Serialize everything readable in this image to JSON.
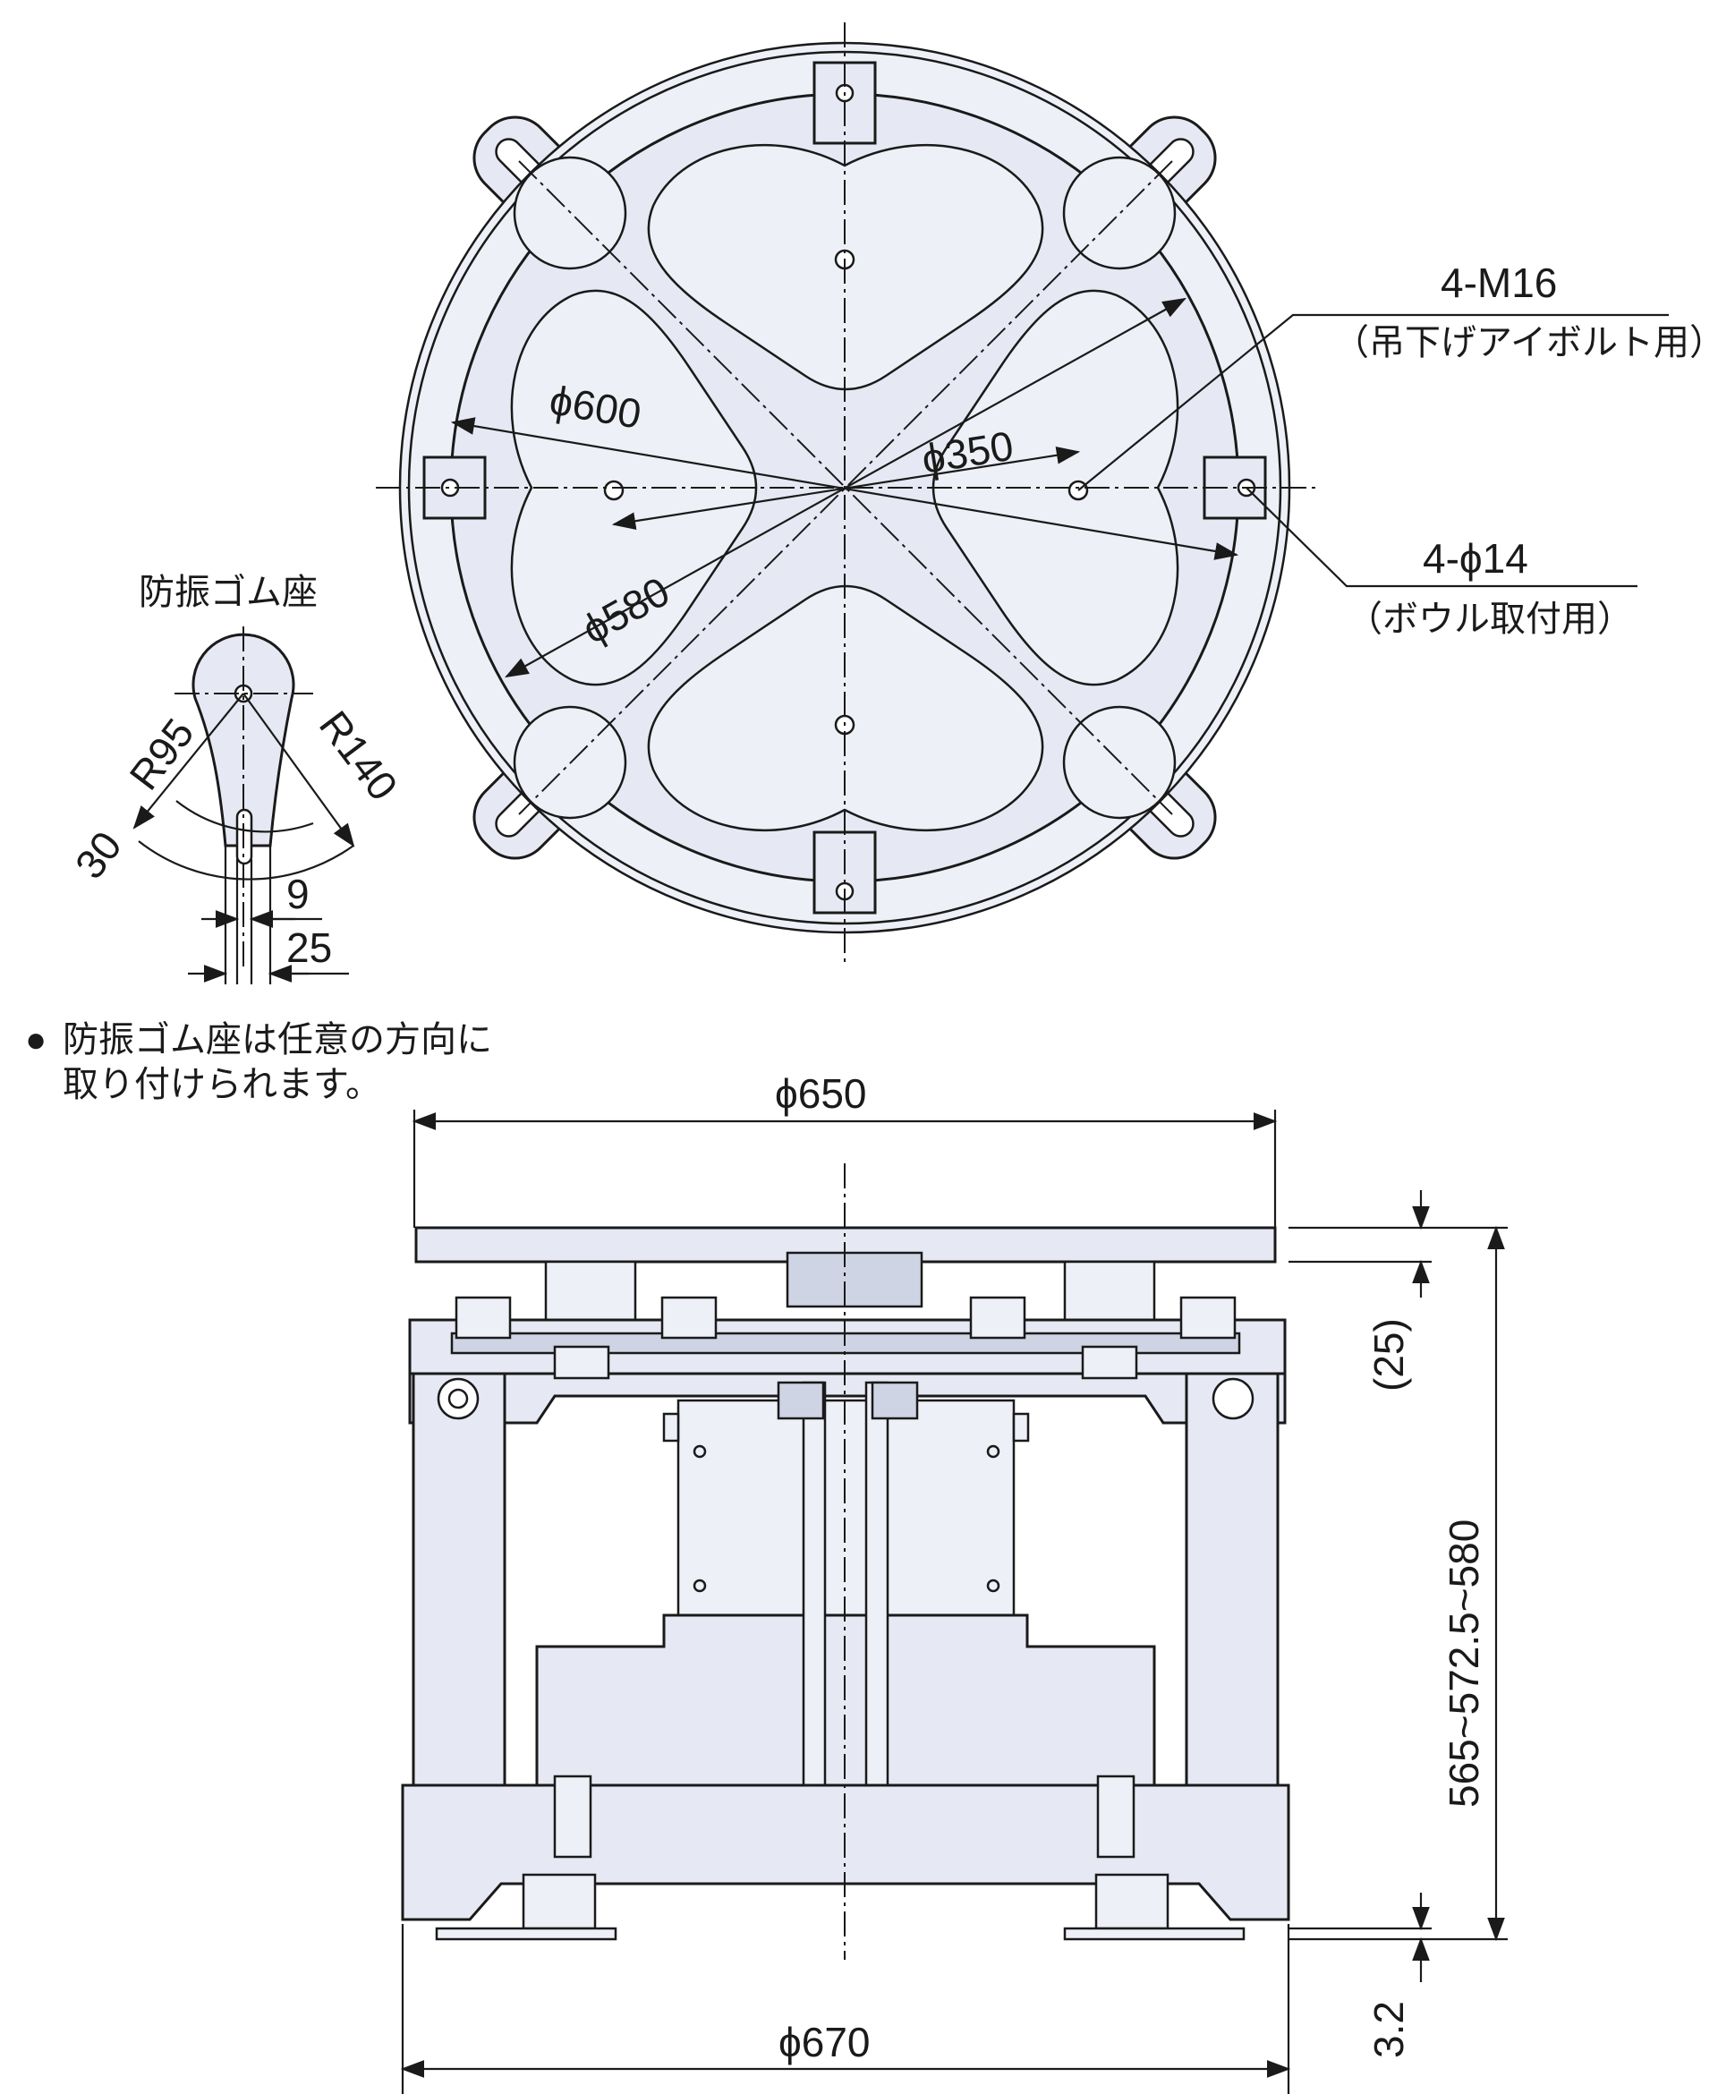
{
  "top_view": {
    "dim_phi600": "ϕ600",
    "dim_phi580": "ϕ580",
    "dim_phi350": "ϕ350",
    "callout_bolt": "4-M16",
    "callout_bolt_note": "（吊下げアイボルト用）",
    "callout_hole": "4-ϕ14",
    "callout_hole_note": "（ボウル取付用）"
  },
  "rubber_seat": {
    "title": "防振ゴム座",
    "r95": "R95",
    "r140": "R140",
    "dim_30": "30",
    "dim_9": "9",
    "dim_25": "25"
  },
  "note": {
    "bullet": "●",
    "line1": "防振ゴム座は任意の方向に",
    "line2": "取り付けられます。"
  },
  "side_view": {
    "dim_phi650": "ϕ650",
    "dim_phi670": "ϕ670",
    "dim_25_paren": "(25)",
    "dim_height": "565~572.5~580",
    "dim_3_2": "3.2"
  },
  "colors": {
    "fill": "#e6e9f3",
    "stroke": "#1a1a1a"
  }
}
